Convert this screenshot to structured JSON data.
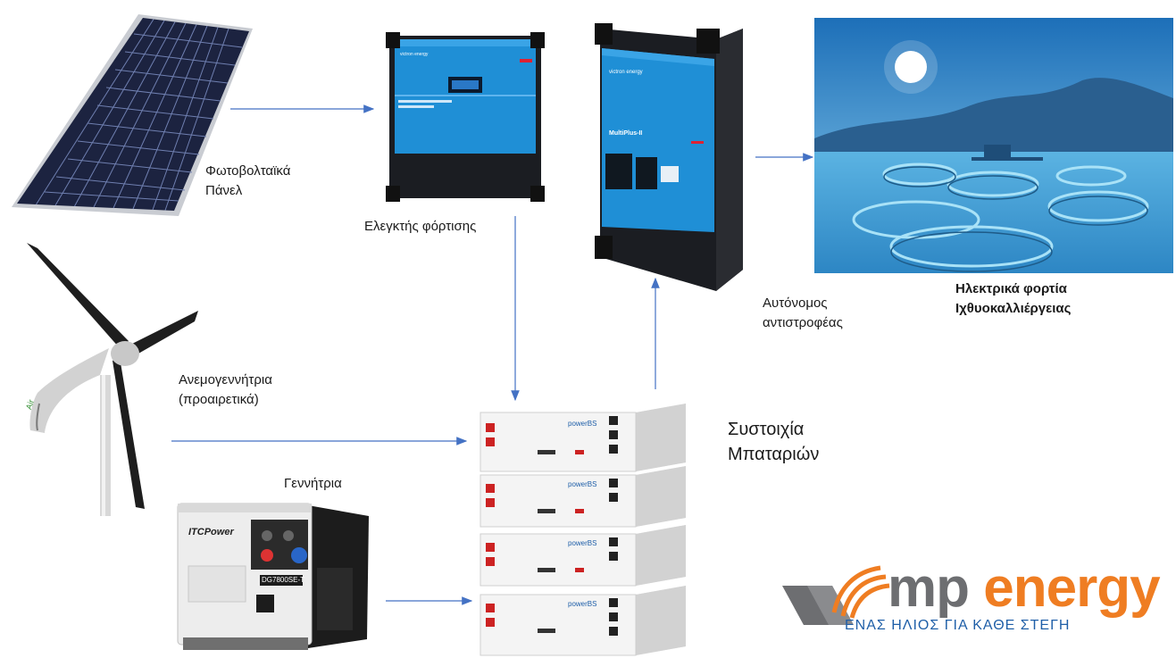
{
  "labels": {
    "pv_panel": [
      "Φωτοβολταϊκά",
      "Πάνελ"
    ],
    "charge_controller": "Ελεγκτής φόρτισης",
    "inverter": [
      "Αυτόνομος",
      "αντιστροφέας"
    ],
    "loads": [
      "Ηλεκτρικά φορτία",
      "Ιχθυοκαλλιέργειας"
    ],
    "wind": [
      "Ανεμογεννήτρια",
      "(προαιρετικά)"
    ],
    "generator": "Γεννήτρια",
    "battery": [
      "Συστοιχία",
      "Μπαταριών"
    ]
  },
  "device_text": {
    "controller_brand": "victron energy",
    "inverter_brand": "victron energy",
    "inverter_model": "MultiPlus-II",
    "generator_brand": "ITCPower",
    "generator_model": "DG7800SE-T",
    "battery_brand": "powerBS",
    "wind_brand": "Air"
  },
  "logo": {
    "name": "mp energy",
    "tagline": "ΕΝΑΣ ΗΛΙΟΣ ΓΙΑ ΚΑΘΕ ΣΤΕΓΗ"
  },
  "colors": {
    "arrow": "#4472c4",
    "victron_blue": "#1f8fd6",
    "logo_orange": "#ef7d22",
    "logo_gray": "#6d6e71",
    "sea": "#4fa7d9"
  }
}
